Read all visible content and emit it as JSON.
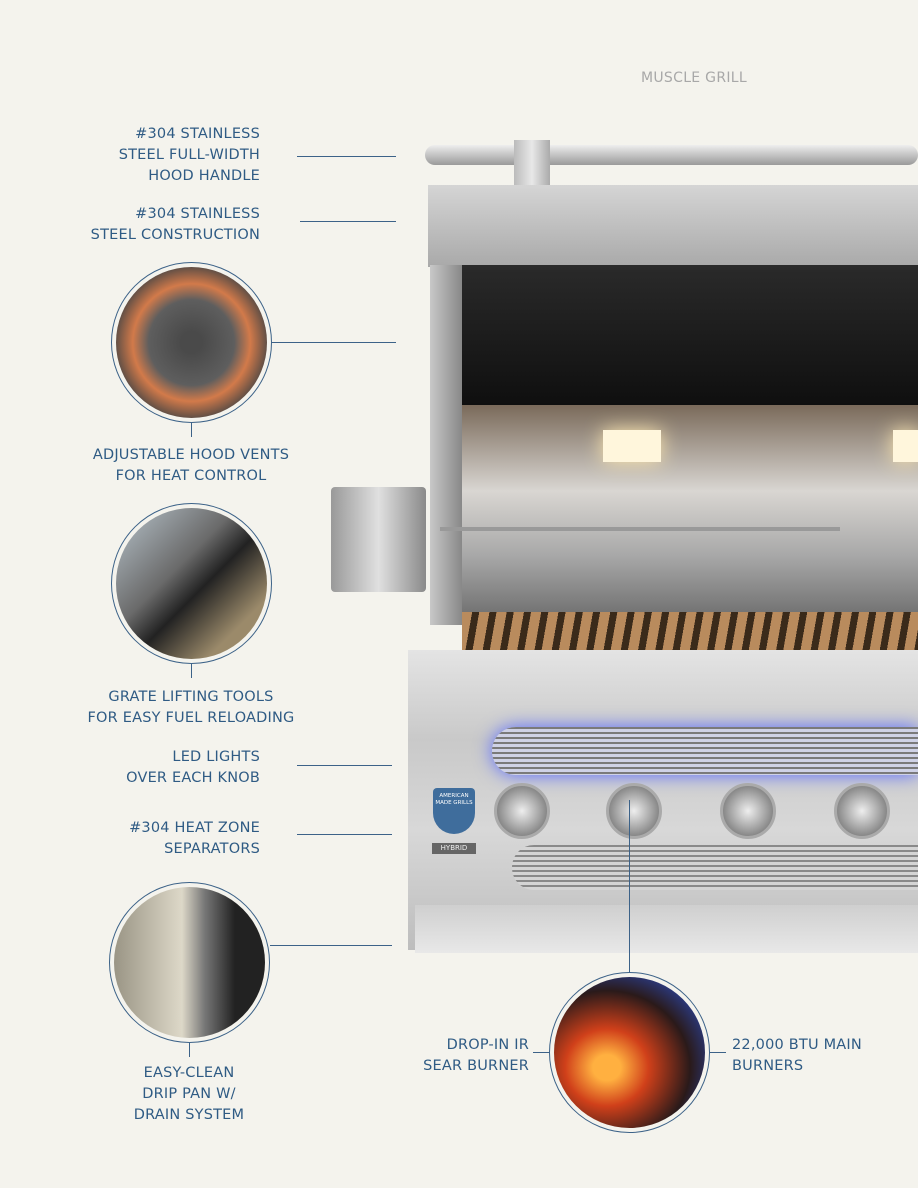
{
  "header": {
    "title": "MUSCLE GRILL"
  },
  "features": [
    {
      "text": "#304 STAINLESS\nSTEEL FULL-WIDTH\nHOOD HANDLE"
    },
    {
      "text": "#304 STAINLESS\nSTEEL CONSTRUCTION"
    },
    {
      "text": "ADJUSTABLE HOOD VENTS\nFOR HEAT CONTROL"
    },
    {
      "text": "GRATE LIFTING TOOLS\nFOR EASY FUEL RELOADING"
    },
    {
      "text": "LED LIGHTS\nOVER EACH KNOB"
    },
    {
      "text": "#304 HEAT ZONE\nSEPARATORS"
    },
    {
      "text": "EASY-CLEAN\nDRIP PAN W/\nDRAIN SYSTEM"
    },
    {
      "text": "DROP-IN IR\nSEAR BURNER"
    },
    {
      "text": "22,000 BTU MAIN\nBURNERS"
    }
  ],
  "badge": {
    "brand": "AMERICAN MADE GRILLS",
    "model": "HYBRID"
  },
  "colors": {
    "text": "#2f5b84",
    "background": "#f4f3ed",
    "led": "#3a5cff"
  }
}
